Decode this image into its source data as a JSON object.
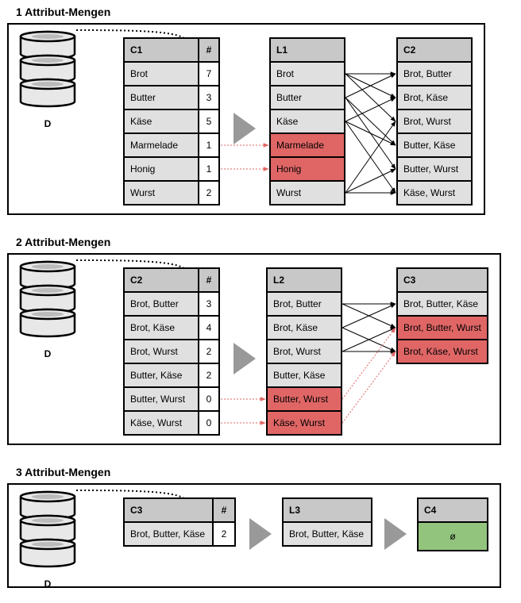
{
  "sections": [
    {
      "title": "1 Attribut-Mengen",
      "db_label": "D",
      "count_header": "#",
      "c": {
        "header": "C1",
        "rows": [
          "Brot",
          "Butter",
          "Käse",
          "Marmelade",
          "Honig",
          "Wurst"
        ]
      },
      "counts": [
        "7",
        "3",
        "5",
        "1",
        "1",
        "2"
      ],
      "l": {
        "header": "L1",
        "rows": [
          "Brot",
          "Butter",
          "Käse",
          "Marmelade",
          "Honig",
          "Wurst"
        ],
        "removed": [
          3,
          4
        ]
      },
      "next": {
        "header": "C2",
        "rows": [
          "Brot, Butter",
          "Brot, Käse",
          "Brot, Wurst",
          "Butter, Käse",
          "Butter, Wurst",
          "Käse, Wurst"
        ],
        "removed": []
      }
    },
    {
      "title": "2 Attribut-Mengen",
      "db_label": "D",
      "count_header": "#",
      "c": {
        "header": "C2",
        "rows": [
          "Brot, Butter",
          "Brot, Käse",
          "Brot, Wurst",
          "Butter, Käse",
          "Butter, Wurst",
          "Käse, Wurst"
        ]
      },
      "counts": [
        "3",
        "4",
        "2",
        "2",
        "0",
        "0"
      ],
      "l": {
        "header": "L2",
        "rows": [
          "Brot, Butter",
          "Brot, Käse",
          "Brot, Wurst",
          "Butter, Käse",
          "Butter, Wurst",
          "Käse, Wurst"
        ],
        "removed": [
          4,
          5
        ]
      },
      "next": {
        "header": "C3",
        "rows": [
          "Brot, Butter, Käse",
          "Brot, Butter, Wurst",
          "Brot, Käse, Wurst"
        ],
        "removed": [
          1,
          2
        ]
      }
    },
    {
      "title": "3 Attribut-Mengen",
      "db_label": "D",
      "count_header": "#",
      "c": {
        "header": "C3",
        "rows": [
          "Brot, Butter, Käse"
        ]
      },
      "counts": [
        "2"
      ],
      "l": {
        "header": "L3",
        "rows": [
          "Brot, Butter, Käse"
        ],
        "removed": []
      },
      "next": {
        "header": "C4",
        "rows": [
          "ø"
        ],
        "removed": [],
        "empty_set": true
      }
    }
  ],
  "colors": {
    "header_fill": "#c8c8c8",
    "cell_fill": "#e0e0e0",
    "removed_fill": "#e06666",
    "empty_fill": "#93c47d",
    "arrow_gray": "#999999",
    "prune_arrow": "#e06666"
  }
}
